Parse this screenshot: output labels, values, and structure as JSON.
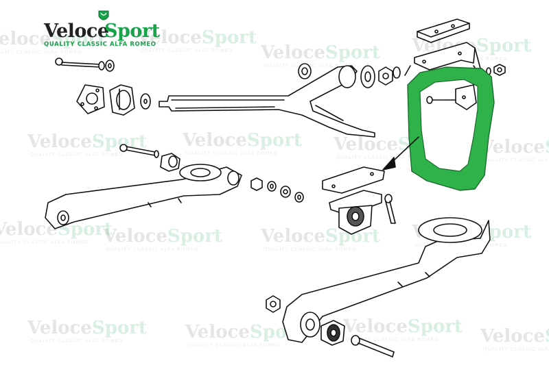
{
  "brand": {
    "name_part1": "Veloce",
    "name_part2": "Sport",
    "tagline": "QUALITY CLASSIC ALFA ROMEO",
    "accent_color": "#16a34a"
  },
  "watermark": {
    "name_part1": "Veloce",
    "name_part2": "Sport",
    "tagline": "QUALITY CLASSIC ALFA ROMEO"
  },
  "diagram": {
    "highlight_color": "#2fb24a",
    "line_color": "#111111",
    "parts": [
      "bolt",
      "washer",
      "bushing-housing",
      "bushing",
      "a-frame-arm",
      "nut",
      "mount-plate",
      "upper-bracket",
      "highlighted-bracket",
      "lower-bracket",
      "left-trailing-arm",
      "right-trailing-arm"
    ]
  }
}
